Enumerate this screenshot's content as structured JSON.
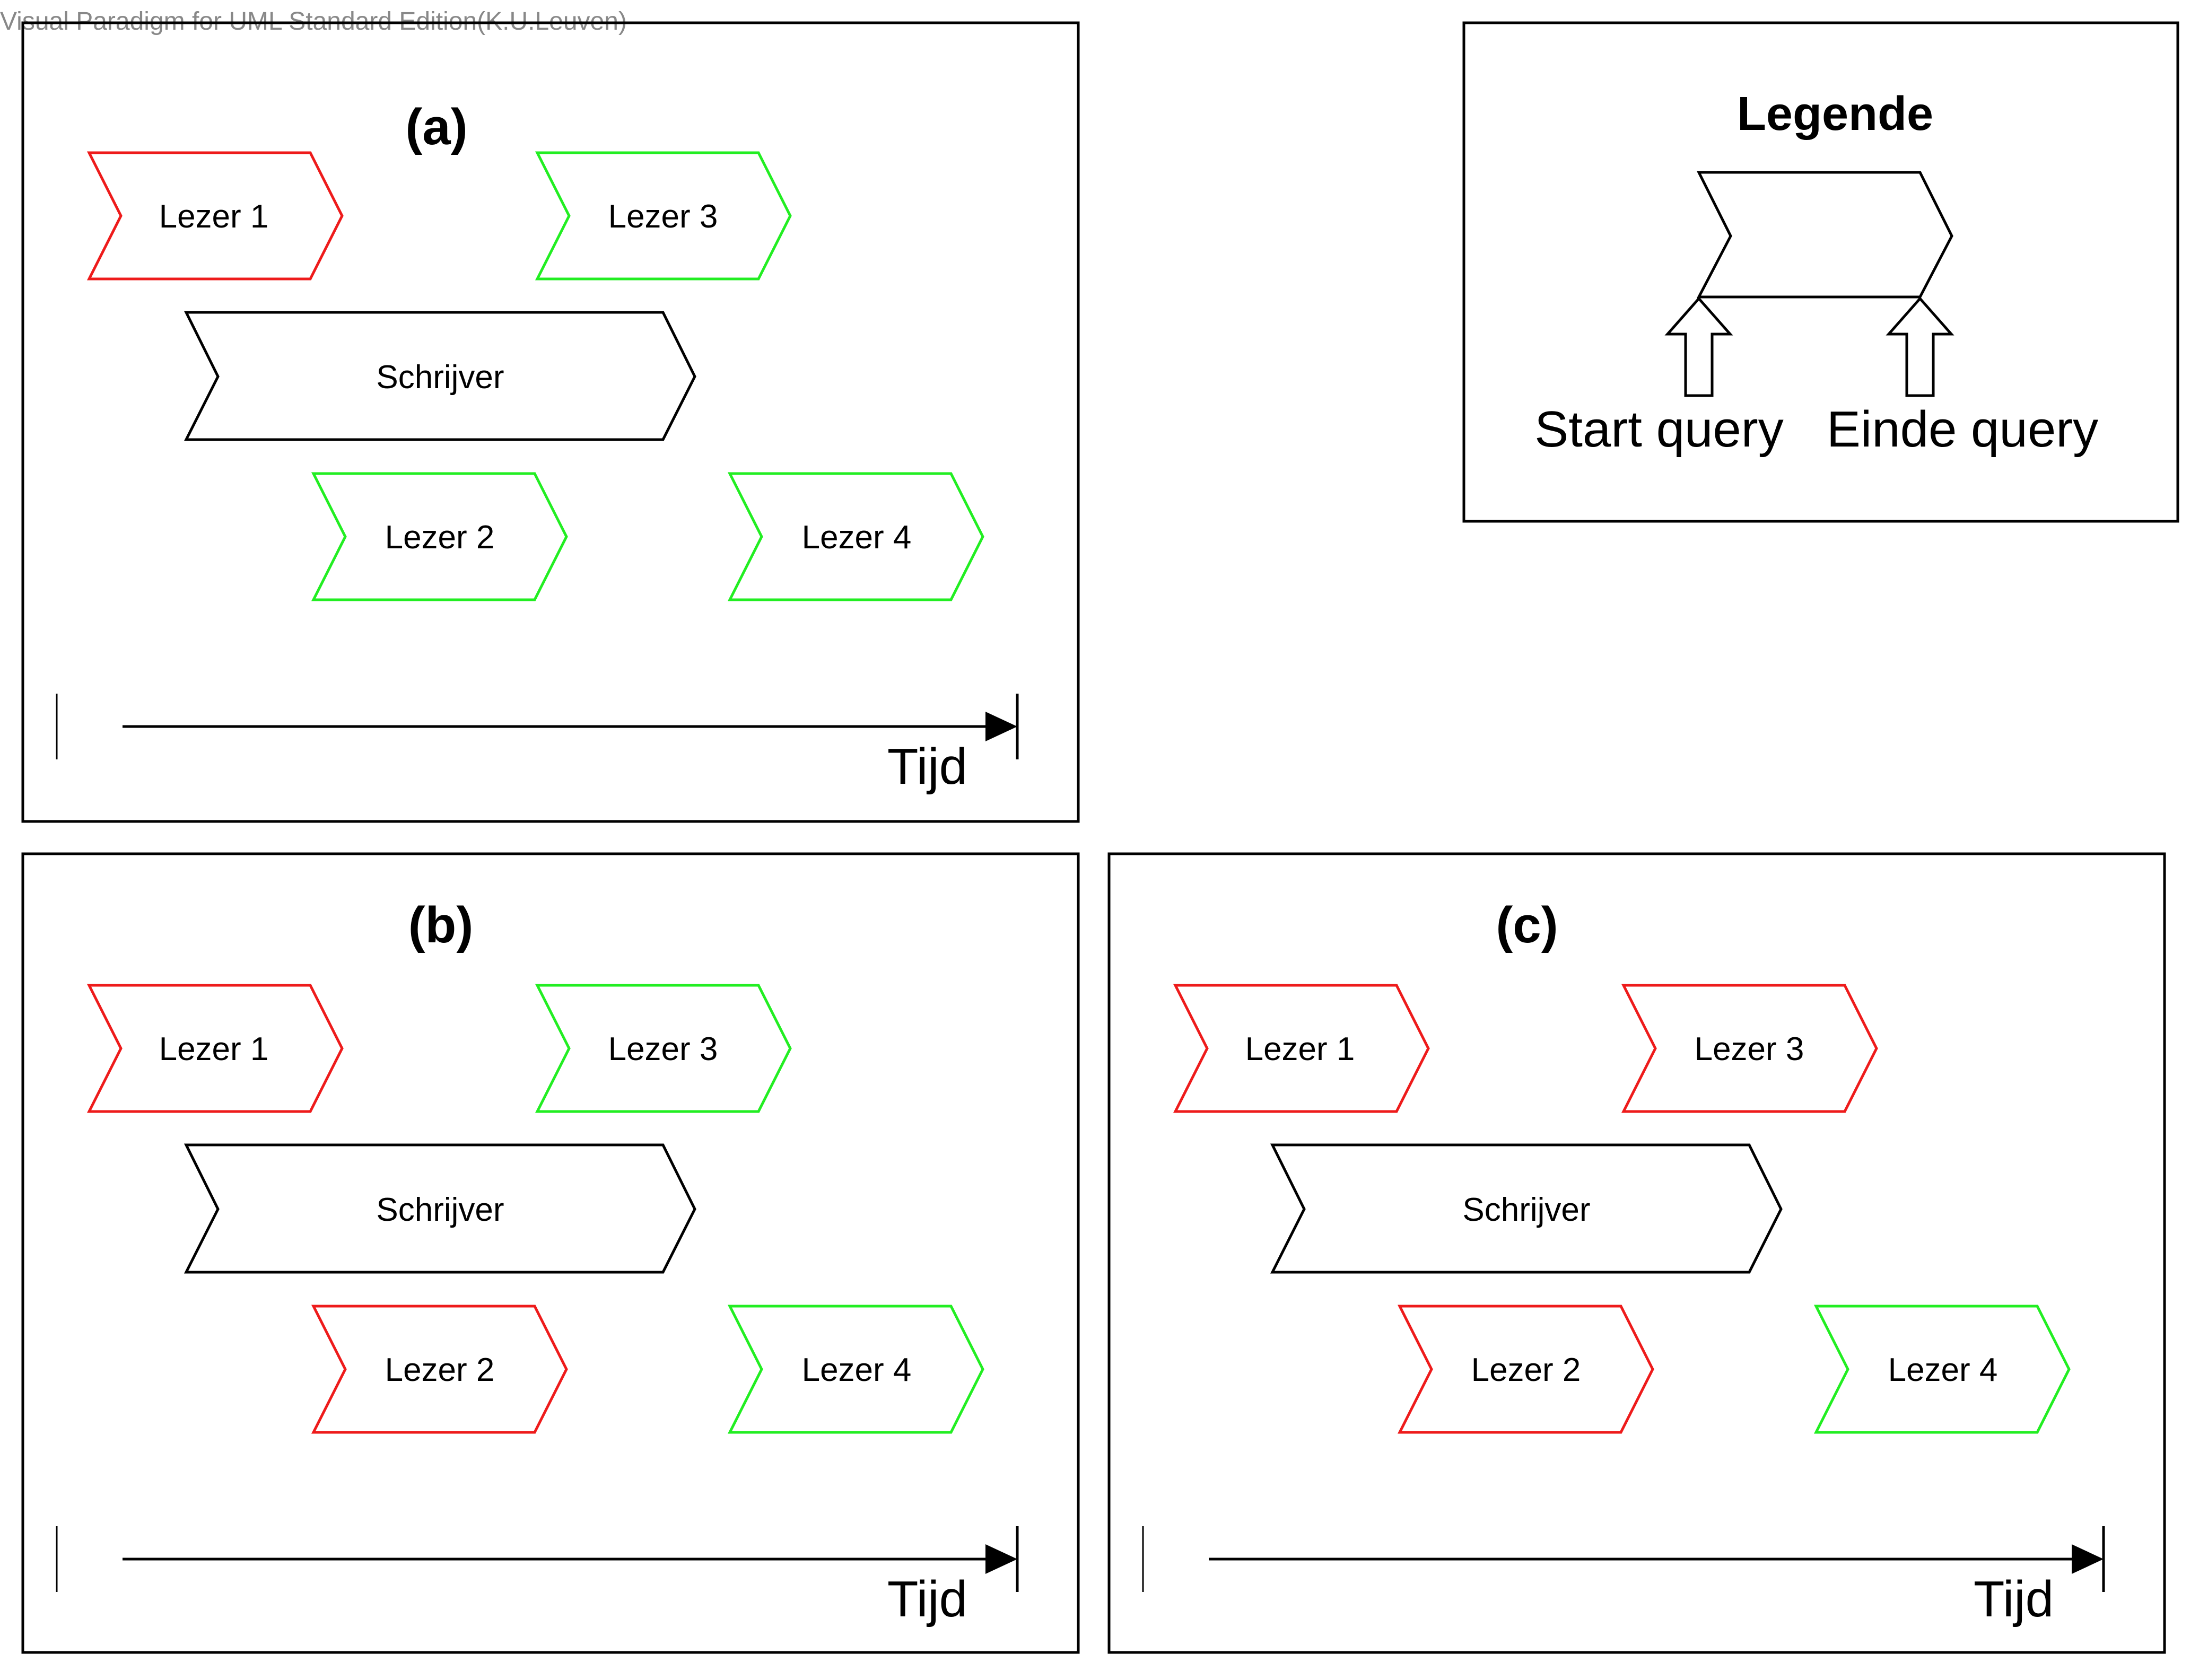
{
  "watermark": "Visual Paradigm for UML Standard Edition(K.U.Leuven)",
  "colors": {
    "red": "#ee1b1b",
    "green": "#22ee22",
    "black": "#000000"
  },
  "panels": [
    {
      "title": "(a)",
      "axis_label": "Tijd",
      "items": [
        {
          "label": "Lezer 1",
          "color": "red"
        },
        {
          "label": "Lezer 3",
          "color": "green"
        },
        {
          "label": "Schrijver",
          "color": "black"
        },
        {
          "label": "Lezer 2",
          "color": "green"
        },
        {
          "label": "Lezer 4",
          "color": "green"
        }
      ]
    },
    {
      "title": "(b)",
      "axis_label": "Tijd",
      "items": [
        {
          "label": "Lezer 1",
          "color": "red"
        },
        {
          "label": "Lezer 3",
          "color": "green"
        },
        {
          "label": "Schrijver",
          "color": "black"
        },
        {
          "label": "Lezer 2",
          "color": "red"
        },
        {
          "label": "Lezer 4",
          "color": "green"
        }
      ]
    },
    {
      "title": "(c)",
      "axis_label": "Tijd",
      "items": [
        {
          "label": "Lezer 1",
          "color": "red"
        },
        {
          "label": "Lezer 3",
          "color": "red"
        },
        {
          "label": "Schrijver",
          "color": "black"
        },
        {
          "label": "Lezer 2",
          "color": "red"
        },
        {
          "label": "Lezer 4",
          "color": "green"
        }
      ]
    }
  ],
  "legend": {
    "title": "Legende",
    "start_label": "Start query",
    "end_label": "Einde query"
  }
}
